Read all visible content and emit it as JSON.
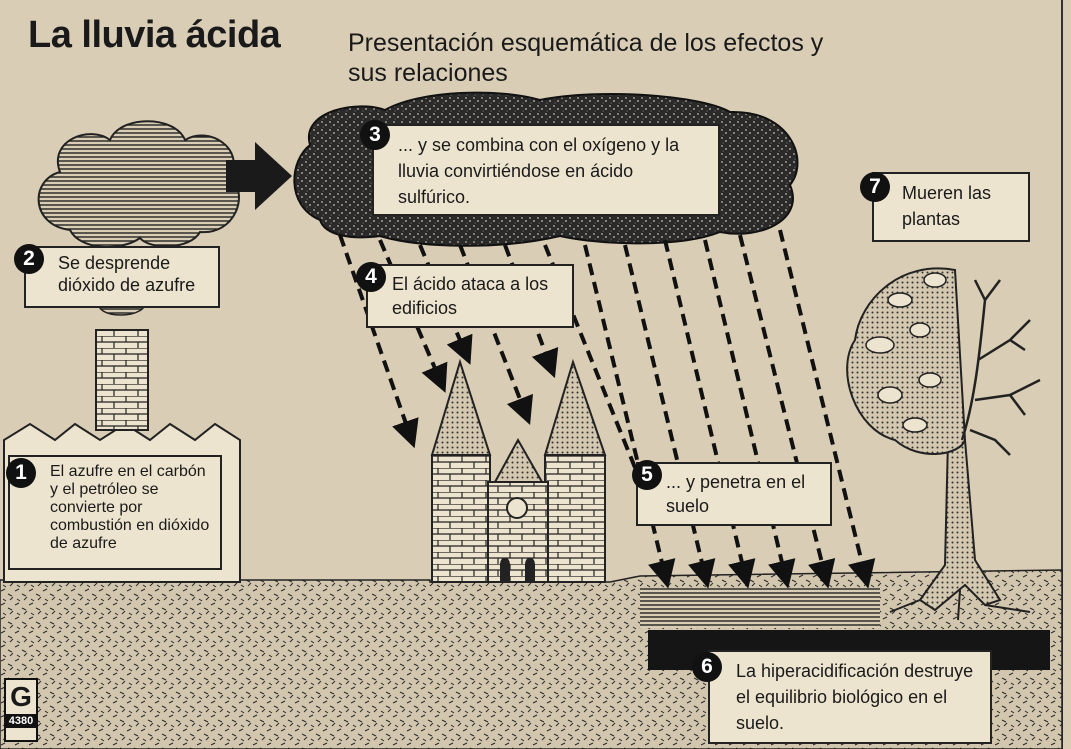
{
  "title": "La lluvia ácida",
  "subtitle": "Presentación esquemática de los efectos y sus relaciones",
  "steps": [
    {
      "num": "1",
      "text": "El azufre en el carbón y el petróleo se convierte por combustión en dióxido de azufre"
    },
    {
      "num": "2",
      "text": "Se desprende dióxido de azufre"
    },
    {
      "num": "3",
      "text": "... y se combina con el oxígeno y la lluvia convirtiéndose en ácido sulfúrico."
    },
    {
      "num": "4",
      "text": "El ácido ataca a los edificios"
    },
    {
      "num": "5",
      "text": "... y penetra en el suelo"
    },
    {
      "num": "6",
      "text": "La hiperacidificación destruye el equilibrio biológico en el suelo."
    },
    {
      "num": "7",
      "text": "Mueren las plantas"
    }
  ],
  "logo": {
    "letter": "G",
    "number": "4380"
  }
}
